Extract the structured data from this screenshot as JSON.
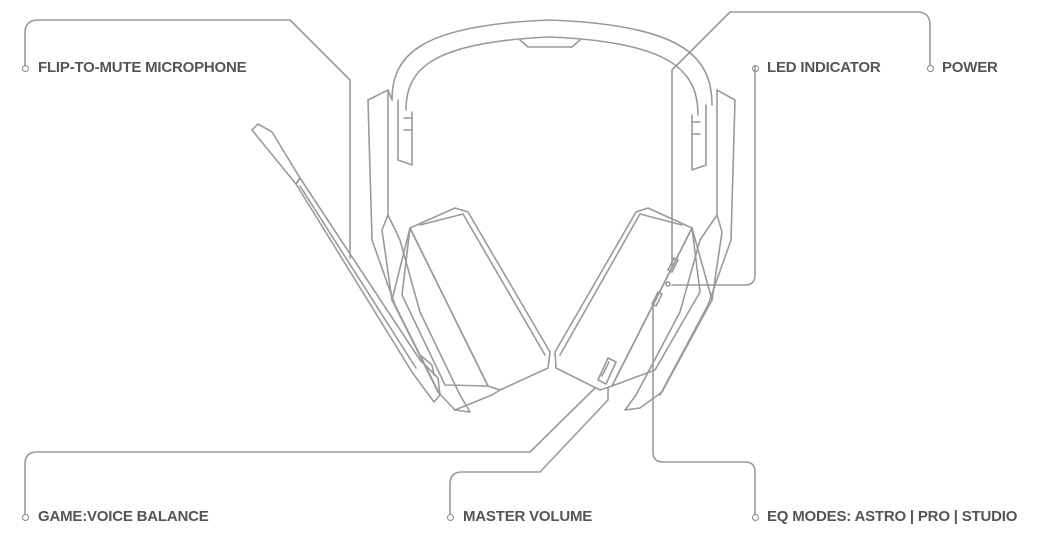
{
  "colors": {
    "label_text": "#555555",
    "line": "#9a9a9a",
    "background": "#ffffff"
  },
  "labels": {
    "flip_to_mute": "FLIP-TO-MUTE MICROPHONE",
    "led_indicator": "LED INDICATOR",
    "power": "POWER",
    "game_voice_balance": "GAME:VOICE BALANCE",
    "master_volume": "MASTER VOLUME",
    "eq_modes": "EQ MODES: ASTRO | PRO | STUDIO"
  }
}
